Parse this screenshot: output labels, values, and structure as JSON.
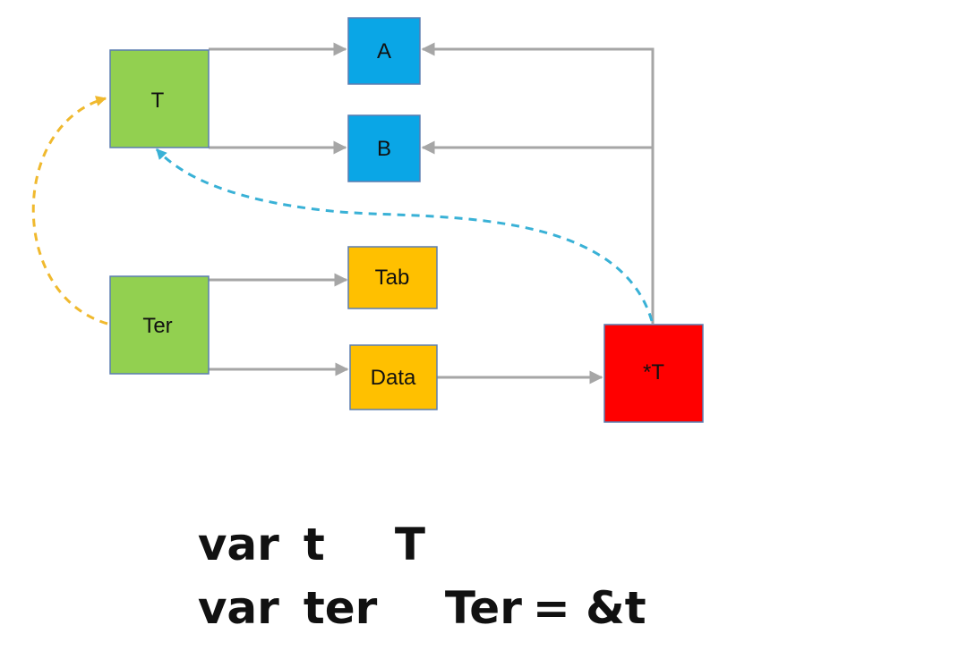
{
  "diagram": {
    "nodes": {
      "T": {
        "label": "T",
        "color": "#92D050"
      },
      "Ter": {
        "label": "Ter",
        "color": "#92D050"
      },
      "A": {
        "label": "A",
        "color": "#0AA6E6"
      },
      "B": {
        "label": "B",
        "color": "#0AA6E6"
      },
      "Tab": {
        "label": "Tab",
        "color": "#FFC000"
      },
      "Data": {
        "label": "Data",
        "color": "#FFC000"
      },
      "PtrT": {
        "label": "*T",
        "color": "#FF0000"
      }
    },
    "edge_colors": {
      "solid": "#A6A6A6",
      "dashed_yellow": "#F0B92E",
      "dashed_blue": "#39B1D6",
      "node_border": "#5B7DB1"
    }
  },
  "code": {
    "line1": {
      "kw": "var",
      "name": "t",
      "type": "T"
    },
    "line2": {
      "kw": "var",
      "name": "ter",
      "type": "Ter",
      "rest": "= &t"
    }
  }
}
